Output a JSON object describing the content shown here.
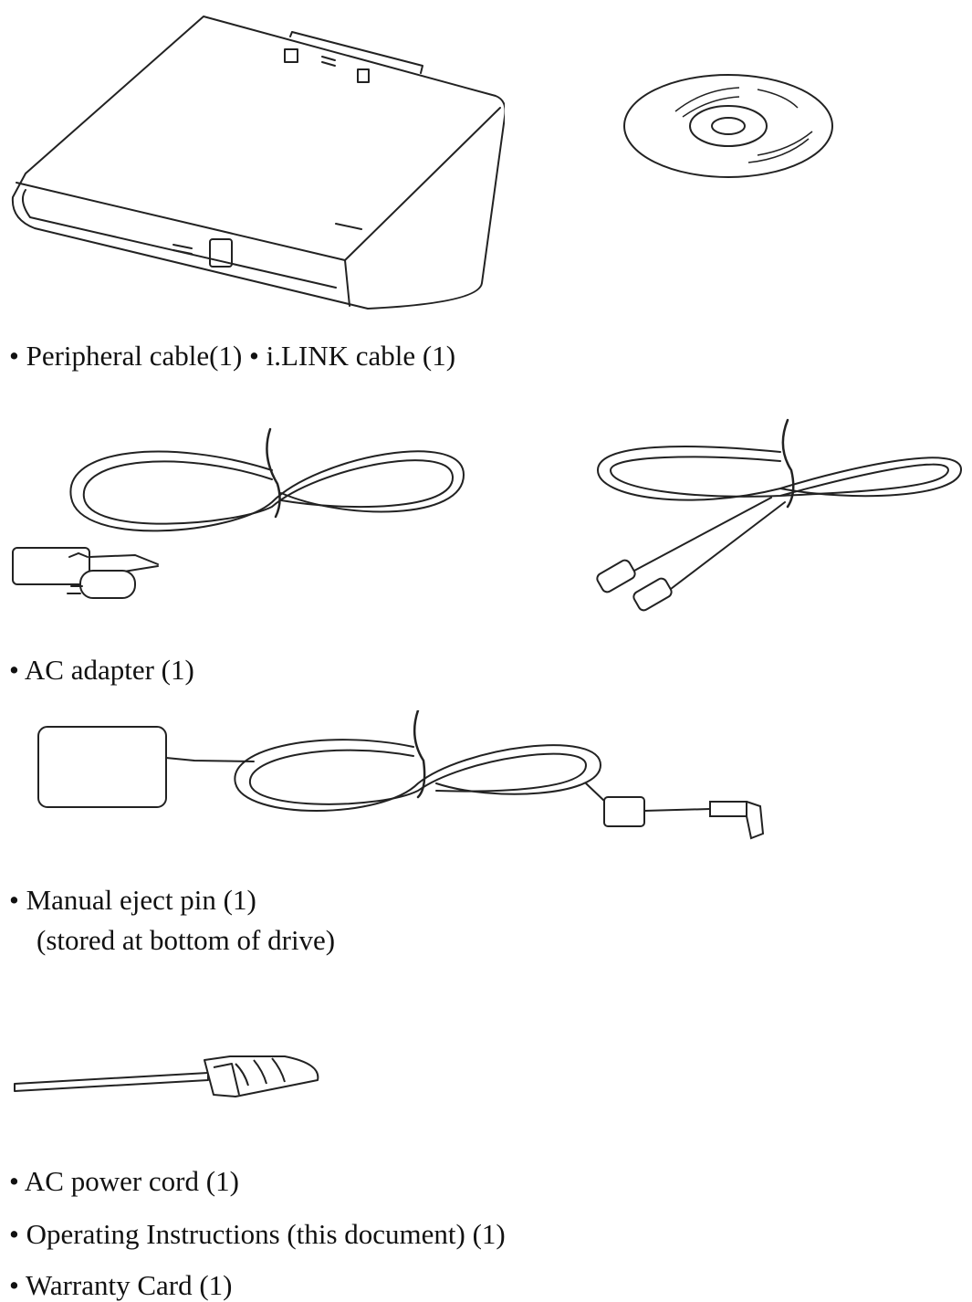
{
  "items": {
    "cables_line": "• Peripheral cable(1) • i.LINK cable (1)",
    "ac_adapter": "• AC adapter (1)",
    "eject_pin": "• Manual eject pin (1)",
    "eject_pin_note": "(stored at bottom of drive)",
    "power_cord": "• AC power cord (1)",
    "instructions": "• Operating Instructions (this document) (1)",
    "warranty": "• Warranty Card (1)"
  }
}
